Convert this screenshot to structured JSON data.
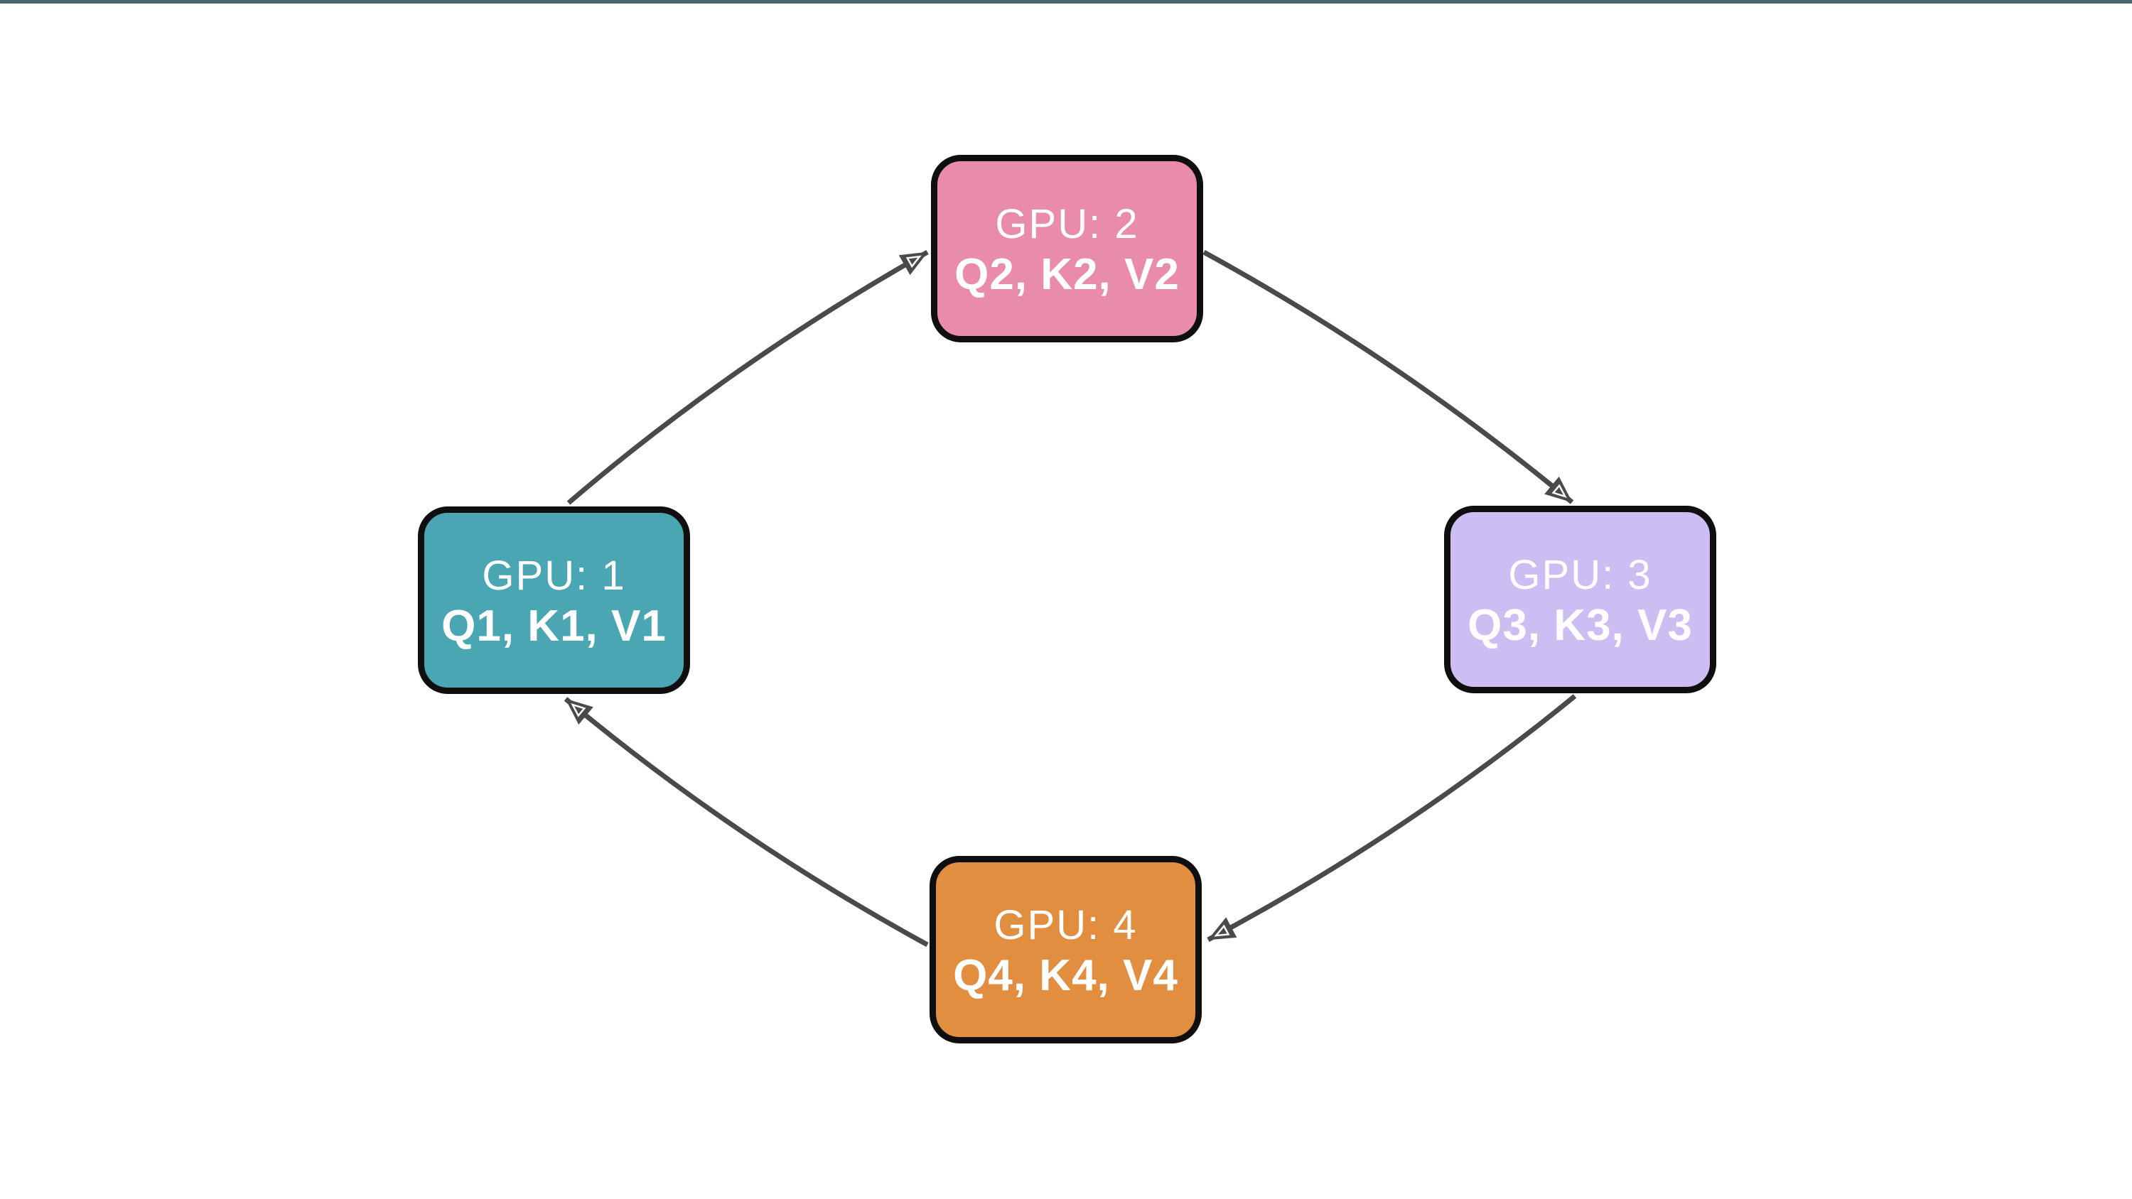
{
  "window": {
    "topbar_color": "#4d6670",
    "background_color": "#ffffff"
  },
  "diagram": {
    "type": "ring-cycle",
    "description": "Four GPU nodes in a ring, each holding its Q/K/V shard, with arrows cycling GPU1 → GPU2 → GPU3 → GPU4 → GPU1",
    "arrow_color": "#4a4a4a",
    "arrowhead_inner_outline_color": "#ffffff",
    "node_border_color": "#0f0f0f",
    "node_text_color": "#ffffff",
    "nodes": [
      {
        "id": "gpu1",
        "label": "GPU: 1",
        "tensors": "Q1, K1, V1",
        "color": "#4BA6B4",
        "position": "left"
      },
      {
        "id": "gpu2",
        "label": "GPU: 2",
        "tensors": "Q2, K2, V2",
        "color": "#E98CAC",
        "position": "top"
      },
      {
        "id": "gpu3",
        "label": "GPU: 3",
        "tensors": "Q3, K3, V3",
        "color": "#CCBEF2",
        "position": "right"
      },
      {
        "id": "gpu4",
        "label": "GPU: 4",
        "tensors": "Q4, K4, V4",
        "color": "#E18E41",
        "position": "bottom"
      }
    ],
    "edges": [
      {
        "from": "gpu1",
        "to": "gpu2"
      },
      {
        "from": "gpu2",
        "to": "gpu3"
      },
      {
        "from": "gpu3",
        "to": "gpu4"
      },
      {
        "from": "gpu4",
        "to": "gpu1"
      }
    ]
  }
}
